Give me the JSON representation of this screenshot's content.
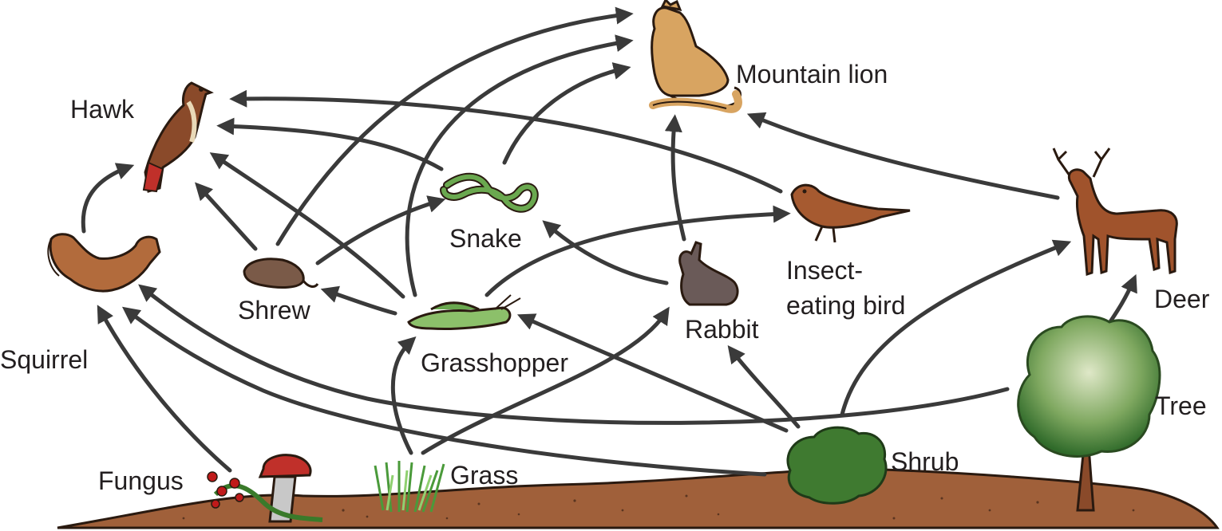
{
  "organisms": [
    {
      "id": "mountain-lion",
      "label": "Mountain lion"
    },
    {
      "id": "hawk",
      "label": "Hawk"
    },
    {
      "id": "snake",
      "label": "Snake"
    },
    {
      "id": "insect-eating-bird",
      "label_line1": "Insect-",
      "label_line2": "eating bird"
    },
    {
      "id": "deer",
      "label": "Deer"
    },
    {
      "id": "squirrel",
      "label": "Squirrel"
    },
    {
      "id": "shrew",
      "label": "Shrew"
    },
    {
      "id": "rabbit",
      "label": "Rabbit"
    },
    {
      "id": "grasshopper",
      "label": "Grasshopper"
    },
    {
      "id": "tree",
      "label": "Tree"
    },
    {
      "id": "fungus",
      "label": "Fungus"
    },
    {
      "id": "grass",
      "label": "Grass"
    },
    {
      "id": "shrub",
      "label": "Shrub"
    }
  ],
  "links": [
    {
      "from": "shrew",
      "to": "mountain-lion"
    },
    {
      "from": "grasshopper",
      "to": "mountain-lion"
    },
    {
      "from": "snake",
      "to": "mountain-lion"
    },
    {
      "from": "rabbit",
      "to": "mountain-lion"
    },
    {
      "from": "deer",
      "to": "mountain-lion"
    },
    {
      "from": "insect-eating-bird",
      "to": "hawk"
    },
    {
      "from": "snake",
      "to": "hawk"
    },
    {
      "from": "grasshopper",
      "to": "hawk"
    },
    {
      "from": "shrew",
      "to": "hawk"
    },
    {
      "from": "squirrel",
      "to": "hawk"
    },
    {
      "from": "shrew",
      "to": "snake"
    },
    {
      "from": "rabbit",
      "to": "snake"
    },
    {
      "from": "grasshopper",
      "to": "insect-eating-bird"
    },
    {
      "from": "grasshopper",
      "to": "shrew"
    },
    {
      "from": "shrub",
      "to": "grasshopper"
    },
    {
      "from": "grass",
      "to": "grasshopper"
    },
    {
      "from": "grass",
      "to": "rabbit"
    },
    {
      "from": "shrub",
      "to": "rabbit"
    },
    {
      "from": "tree",
      "to": "squirrel"
    },
    {
      "from": "shrub",
      "to": "squirrel"
    },
    {
      "from": "fungus",
      "to": "squirrel"
    },
    {
      "from": "shrub",
      "to": "deer"
    },
    {
      "from": "tree",
      "to": "deer"
    }
  ],
  "colors": {
    "arrow": "#3a3a3a",
    "ground": "#a0603a",
    "text": "#231f20"
  }
}
